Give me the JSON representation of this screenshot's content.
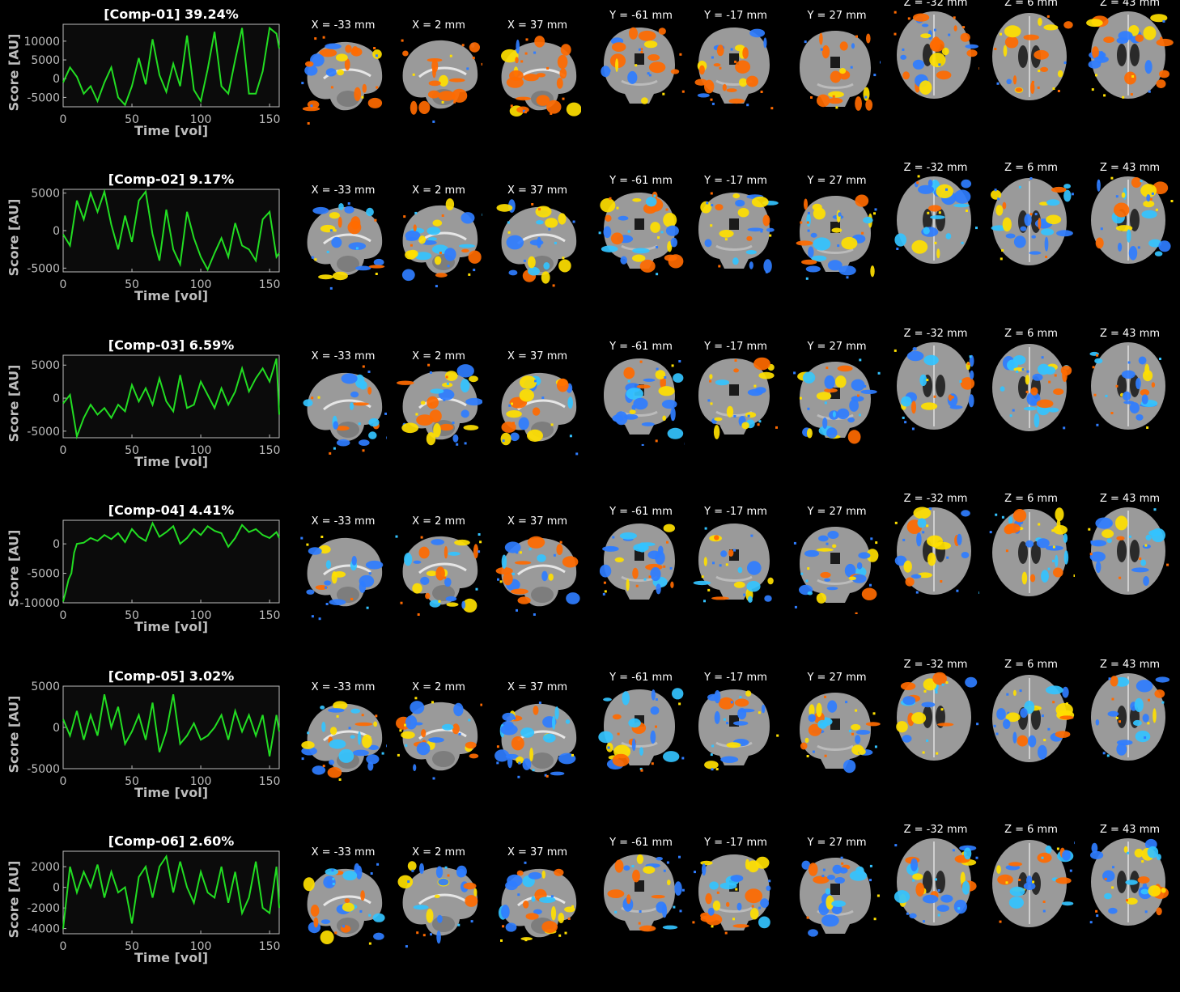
{
  "slice_labels": [
    "X = -33 mm",
    "X = 2 mm",
    "X = 37 mm",
    "Y = -61 mm",
    "Y = -17 mm",
    "Y = 27 mm",
    "Z = -32 mm",
    "Z = 6 mm",
    "Z = 43 mm"
  ],
  "colors": {
    "trace": "#22dd22",
    "axis_text": "#bdbdbd",
    "plot_bg": "#0b0b0b",
    "warm": "#ff6a00",
    "hot": "#ffe000",
    "cool": "#2f7dff",
    "cyan": "#33c3ff",
    "brain": "#9a9a9a"
  },
  "chart_data": [
    {
      "type": "line",
      "title": "[Comp-01] 39.24%",
      "xlabel": "Time [vol]",
      "ylabel": "Score [AU]",
      "xlim": [
        0,
        157
      ],
      "ylim": [
        -7500,
        14500
      ],
      "xticks": [
        "0",
        "50",
        "100",
        "150"
      ],
      "yticks": [
        "10000",
        "5000",
        "0",
        "-5000"
      ],
      "ytick_values": [
        10000,
        5000,
        0,
        -5000
      ],
      "series": [
        {
          "x": [
            0,
            5,
            10,
            15,
            20,
            25,
            30,
            35,
            40,
            45,
            50,
            55,
            60,
            65,
            70,
            75,
            80,
            85,
            90,
            95,
            100,
            105,
            110,
            115,
            120,
            125,
            130,
            135,
            140,
            145,
            150,
            155,
            157
          ],
          "values": [
            -1000,
            3000,
            500,
            -4000,
            -2000,
            -6000,
            -1000,
            3000,
            -5000,
            -7000,
            -2000,
            5500,
            -1500,
            10500,
            1000,
            -3500,
            4000,
            -2000,
            11500,
            -3000,
            -6000,
            2500,
            12500,
            -2000,
            -4000,
            5000,
            13500,
            -4000,
            -4000,
            2000,
            13500,
            12000,
            8000
          ]
        }
      ]
    },
    {
      "type": "line",
      "title": "[Comp-02] 9.17%",
      "xlabel": "Time [vol]",
      "ylabel": "Score [AU]",
      "xlim": [
        0,
        157
      ],
      "ylim": [
        -5500,
        5500
      ],
      "xticks": [
        "0",
        "50",
        "100",
        "150"
      ],
      "yticks": [
        "5000",
        "0",
        "-5000"
      ],
      "ytick_values": [
        5000,
        0,
        -5000
      ],
      "series": [
        {
          "x": [
            0,
            5,
            10,
            15,
            20,
            25,
            30,
            35,
            40,
            45,
            50,
            55,
            60,
            65,
            70,
            75,
            80,
            85,
            90,
            95,
            100,
            105,
            110,
            115,
            120,
            125,
            130,
            135,
            140,
            145,
            150,
            155,
            157
          ],
          "values": [
            -500,
            -2000,
            4000,
            1500,
            5000,
            2500,
            5200,
            800,
            -2500,
            2000,
            -1500,
            4000,
            5200,
            -500,
            -4000,
            2800,
            -2500,
            -4500,
            2500,
            -1000,
            -3500,
            -5200,
            -3000,
            -1000,
            -3500,
            1000,
            -2000,
            -2500,
            -4000,
            1500,
            2500,
            -3500,
            -3000
          ]
        }
      ]
    },
    {
      "type": "line",
      "title": "[Comp-03] 6.59%",
      "xlabel": "Time [vol]",
      "ylabel": "Score [AU]",
      "xlim": [
        0,
        157
      ],
      "ylim": [
        -6000,
        6500
      ],
      "xticks": [
        "0",
        "50",
        "100",
        "150"
      ],
      "yticks": [
        "5000",
        "0",
        "-5000"
      ],
      "ytick_values": [
        5000,
        0,
        -5000
      ],
      "series": [
        {
          "x": [
            0,
            5,
            10,
            15,
            20,
            25,
            30,
            35,
            40,
            45,
            50,
            55,
            60,
            65,
            70,
            75,
            80,
            85,
            90,
            95,
            100,
            105,
            110,
            115,
            120,
            125,
            130,
            135,
            140,
            145,
            150,
            155,
            157
          ],
          "values": [
            -800,
            500,
            -5800,
            -3000,
            -1000,
            -2500,
            -1500,
            -3000,
            -1000,
            -2000,
            2000,
            -500,
            1500,
            -1000,
            3000,
            -500,
            -2000,
            3500,
            -1500,
            -1000,
            2500,
            500,
            -1500,
            1500,
            -1000,
            1000,
            4500,
            1000,
            3000,
            4500,
            2500,
            6000,
            -2500
          ]
        }
      ]
    },
    {
      "type": "line",
      "title": "[Comp-04] 4.41%",
      "xlabel": "Time [vol]",
      "ylabel": "Score [AU]",
      "xlim": [
        0,
        157
      ],
      "ylim": [
        -10000,
        4000
      ],
      "xticks": [
        "0",
        "50",
        "100",
        "150"
      ],
      "yticks": [
        "0",
        "-5000",
        "-10000"
      ],
      "ytick_values": [
        0,
        -5000,
        -10000
      ],
      "series": [
        {
          "x": [
            0,
            2,
            4,
            6,
            8,
            10,
            15,
            20,
            25,
            30,
            35,
            40,
            45,
            50,
            55,
            60,
            65,
            70,
            75,
            80,
            85,
            90,
            95,
            100,
            105,
            110,
            115,
            120,
            125,
            130,
            135,
            140,
            145,
            150,
            155,
            157
          ],
          "values": [
            -9800,
            -8000,
            -6000,
            -5000,
            -1500,
            0,
            200,
            1000,
            500,
            1500,
            800,
            1800,
            300,
            2500,
            1200,
            500,
            3500,
            1200,
            2000,
            3000,
            0,
            1000,
            2500,
            1500,
            3000,
            2200,
            1800,
            -500,
            1000,
            3200,
            2000,
            2500,
            1500,
            1000,
            2000,
            1000
          ]
        }
      ]
    },
    {
      "type": "line",
      "title": "[Comp-05] 3.02%",
      "xlabel": "Time [vol]",
      "ylabel": "Score [AU]",
      "xlim": [
        0,
        157
      ],
      "ylim": [
        -5000,
        5000
      ],
      "xticks": [
        "0",
        "50",
        "100",
        "150"
      ],
      "yticks": [
        "5000",
        "0",
        "-5000"
      ],
      "ytick_values": [
        5000,
        0,
        -5000
      ],
      "series": [
        {
          "x": [
            0,
            5,
            10,
            15,
            20,
            25,
            30,
            35,
            40,
            45,
            50,
            55,
            60,
            65,
            70,
            75,
            80,
            85,
            90,
            95,
            100,
            105,
            110,
            115,
            120,
            125,
            130,
            135,
            140,
            145,
            150,
            155,
            157
          ],
          "values": [
            1000,
            -1000,
            2000,
            -1500,
            1500,
            -1000,
            4000,
            0,
            2500,
            -2000,
            -500,
            1500,
            -1500,
            3000,
            -3000,
            -500,
            4000,
            -2000,
            -1000,
            500,
            -1500,
            -1000,
            0,
            1500,
            -1500,
            2000,
            -500,
            1500,
            -1000,
            1500,
            -3500,
            1500,
            -500
          ]
        }
      ]
    },
    {
      "type": "line",
      "title": "[Comp-06] 2.60%",
      "xlabel": "Time [vol]",
      "ylabel": "Score [AU]",
      "xlim": [
        0,
        157
      ],
      "ylim": [
        -4500,
        3500
      ],
      "xticks": [
        "0",
        "50",
        "100",
        "150"
      ],
      "yticks": [
        "2000",
        "0",
        "-2000",
        "-4000"
      ],
      "ytick_values": [
        2000,
        0,
        -2000,
        -4000
      ],
      "series": [
        {
          "x": [
            0,
            5,
            10,
            15,
            20,
            25,
            30,
            35,
            40,
            45,
            50,
            55,
            60,
            65,
            70,
            75,
            80,
            85,
            90,
            95,
            100,
            105,
            110,
            115,
            120,
            125,
            130,
            135,
            140,
            145,
            150,
            155,
            157
          ],
          "values": [
            -4000,
            2000,
            -500,
            1500,
            0,
            2200,
            -1000,
            1500,
            -500,
            0,
            -3500,
            1000,
            2000,
            -1000,
            2000,
            3000,
            -500,
            2500,
            0,
            -1500,
            1500,
            -500,
            -1000,
            2000,
            -1500,
            1500,
            -2500,
            -1000,
            2500,
            -2000,
            -2500,
            2000,
            -2000
          ]
        }
      ]
    }
  ]
}
